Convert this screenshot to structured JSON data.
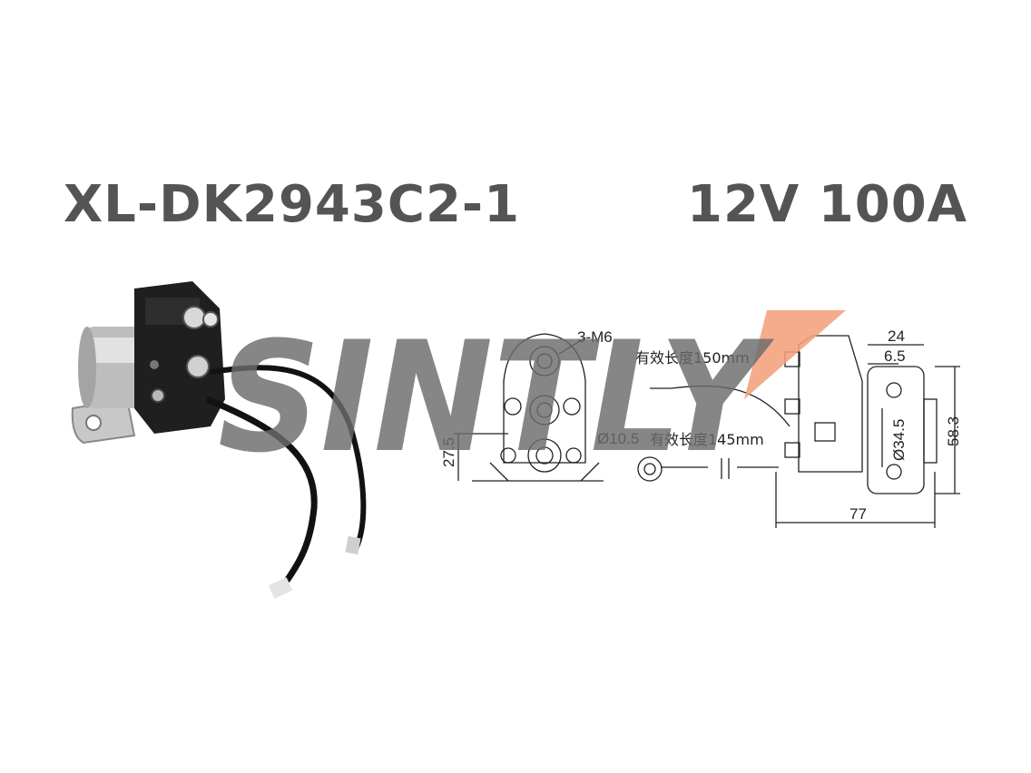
{
  "header": {
    "model": "XL-DK2943C2-1",
    "rating": "12V 100A"
  },
  "watermark": {
    "text": "SINTLY",
    "text_color": "#6b6b6b",
    "accent_color": "#f2a07b"
  },
  "drawing": {
    "labels": {
      "thread": "3-M6",
      "lead_upper": "有效长度150mm",
      "lead_lower": "有效长度145mm",
      "hole_dia": "Ø10.5",
      "height_left": "27.5",
      "width_top": "24",
      "width_inner": "6.5",
      "body_dia": "Ø34.5",
      "height_right": "58.3",
      "length_total": "77"
    }
  }
}
